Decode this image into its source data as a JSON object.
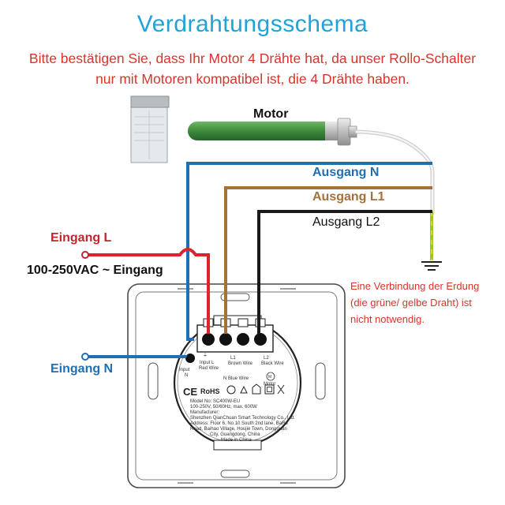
{
  "title": "Verdrahtungsschema",
  "subtitle_lines": [
    "Bitte bestätigen Sie, dass Ihr Motor 4 Drähte hat, da unser Rollo-Schalter",
    "nur mit Motoren kompatibel ist, die 4 Drähte haben."
  ],
  "labels": {
    "motor": "Motor",
    "ausgang_n": "Ausgang N",
    "ausgang_l1": "Ausgang L1",
    "ausgang_l2": "Ausgang L2",
    "eingang_l": "Eingang L",
    "voltage": "100-250VAC ~ Eingang",
    "eingang_n": "Eingang N"
  },
  "note_lines": [
    "Eine Verbindung der Erdung",
    "(die grüne/ gelbe Draht) ist",
    "nicht notwendig."
  ],
  "terminal_labels": {
    "input_l": [
      "Input L",
      "Red Wire"
    ],
    "l1": [
      "L1",
      "Brown Wire"
    ],
    "l2": [
      "L2",
      "Black Wire"
    ],
    "input_n": [
      "Input",
      "N"
    ],
    "n_blue": "N  Blue Wire",
    "motor": "Motor"
  },
  "certifications": [
    "CE",
    "RoHS"
  ],
  "product_text": [
    "Model No: SC400W-EU",
    "100-250V, 50/60Hz, max. 600W",
    "Manufacturer:",
    "Shenzhen QianChuan Smart Technology Co., Ltd.",
    "Address: Floor 6, No.10 South 2nd lane, BaRu",
    "Road, Baihao Village, Houjie Town, Dongguan",
    "City, Guangdong, China",
    "Made in China"
  ],
  "colors": {
    "title": "#1fa3d8",
    "subtitle": "#d9342b",
    "wire_n": "#1f6fb3",
    "wire_l1": "#a5703a",
    "wire_l2": "#1a1a1a",
    "wire_input_l": "#e0232a",
    "wire_earth": "#9bc72c",
    "motor_body": "#3d8a3a"
  }
}
